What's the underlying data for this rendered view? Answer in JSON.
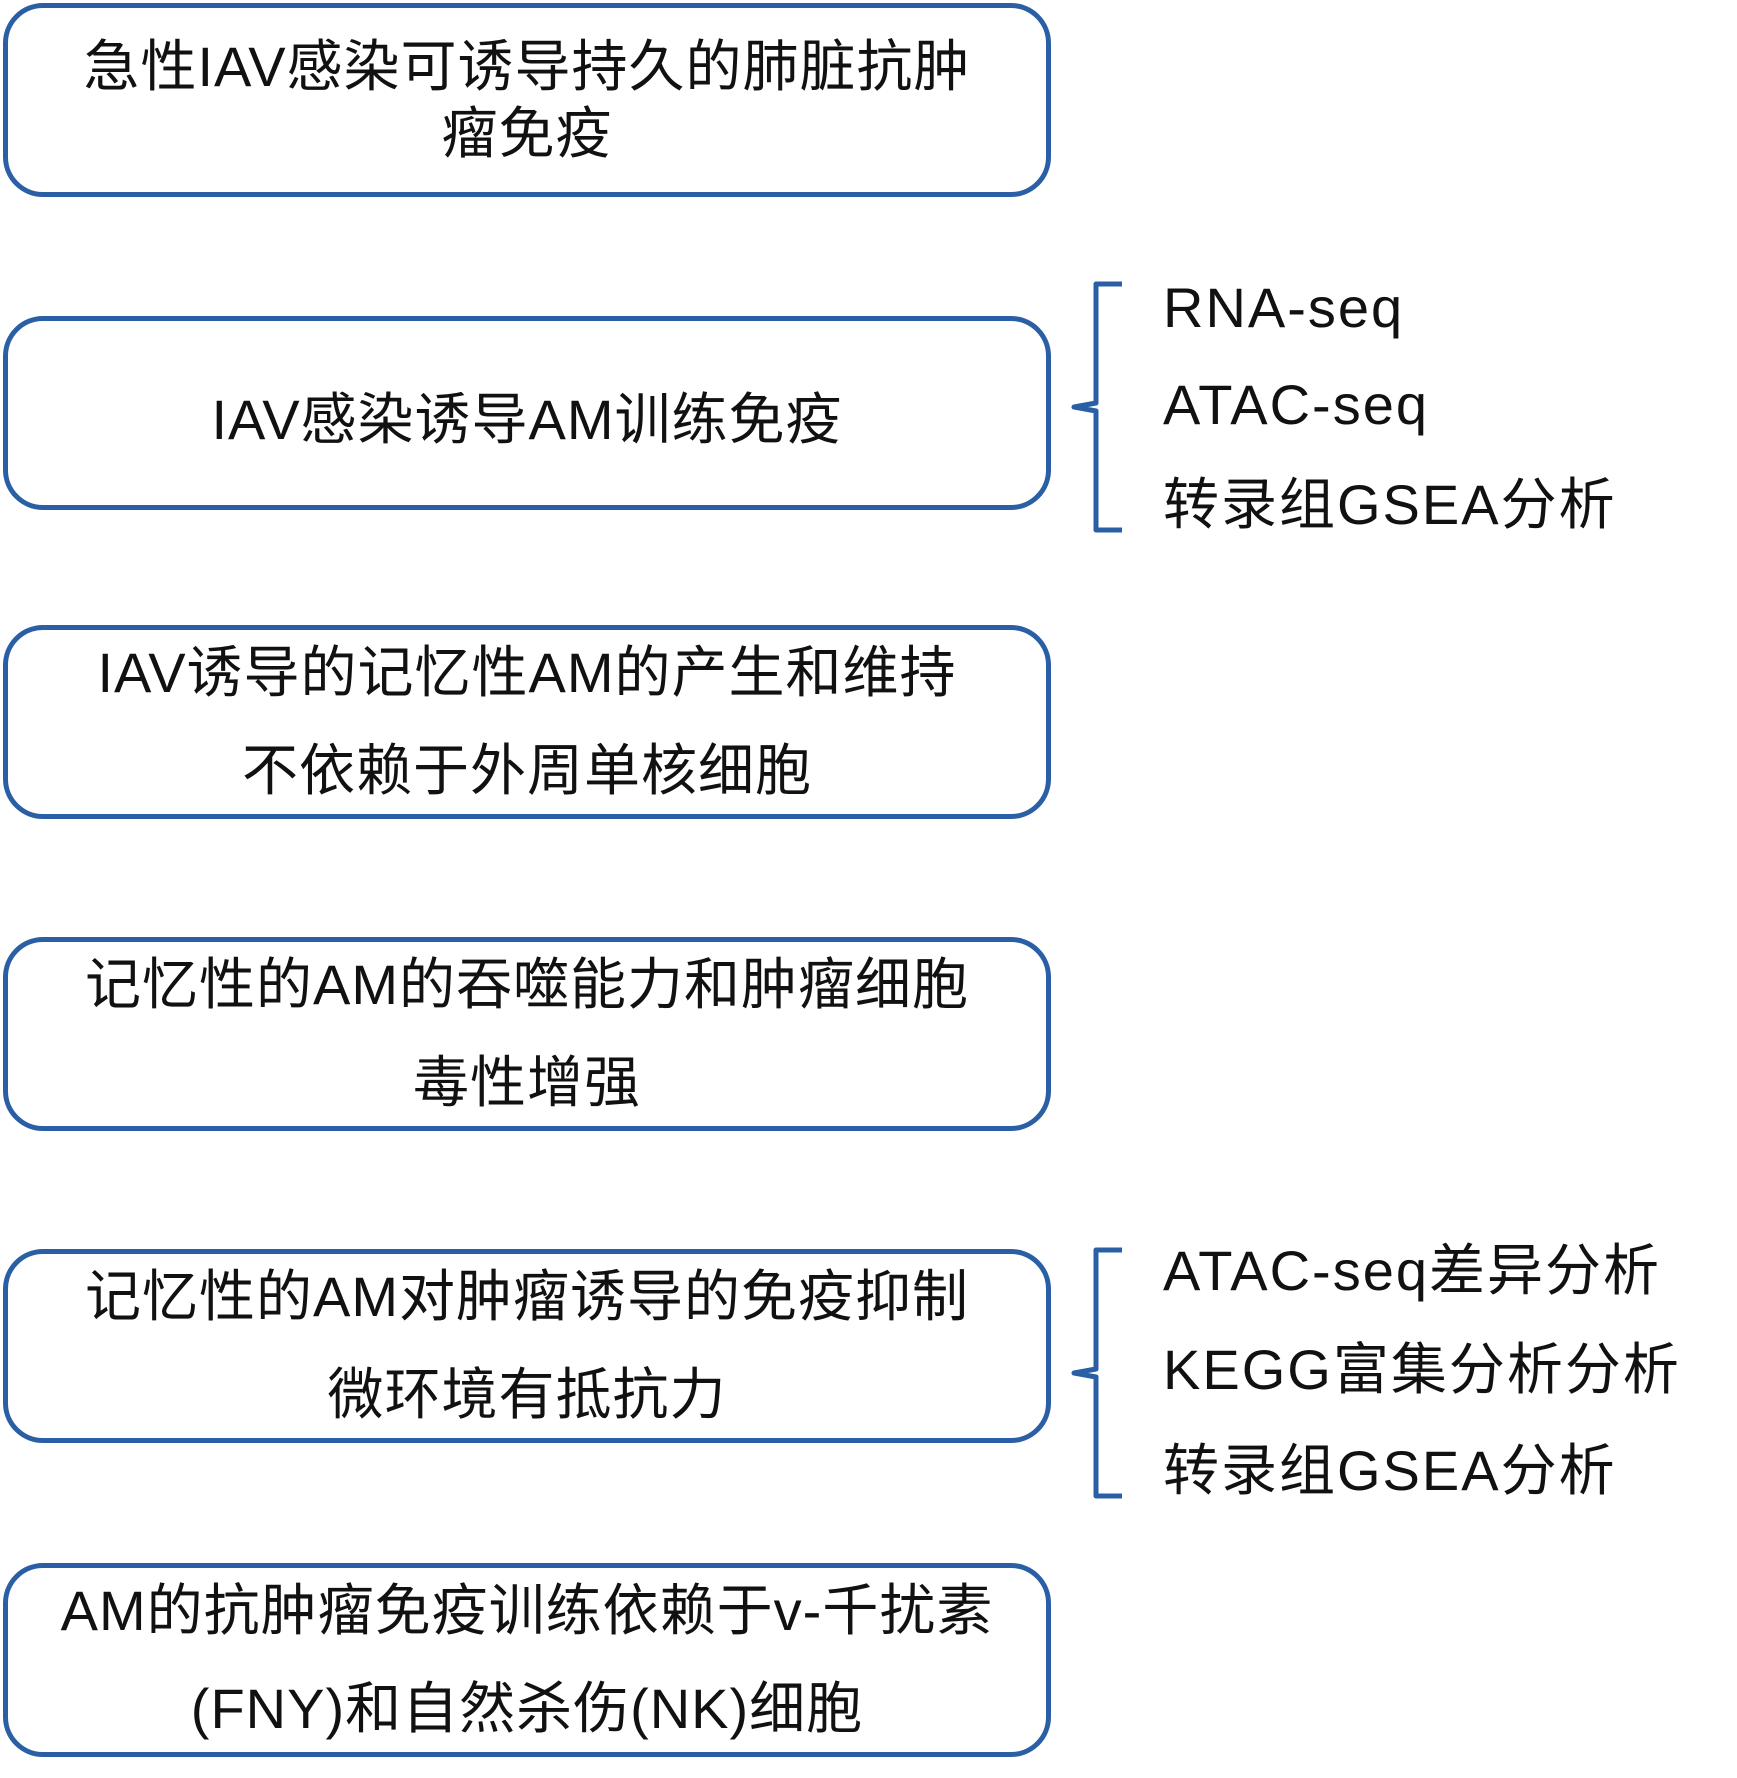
{
  "boxes": [
    {
      "lines": [
        "急性IAV感染可诱导持久的肺脏抗肿",
        "瘤免疫"
      ]
    },
    {
      "lines": [
        "IAV感染诱导AM训练免疫"
      ]
    },
    {
      "lines": [
        "IAV诱导的记忆性AM的产生和维持",
        "不依赖于外周单核细胞"
      ]
    },
    {
      "lines": [
        "记忆性的AM的吞噬能力和肿瘤细胞",
        "毒性增强"
      ]
    },
    {
      "lines": [
        "记忆性的AM对肿瘤诱导的免疫抑制",
        "微环境有抵抗力"
      ]
    },
    {
      "lines": [
        "AM的抗肿瘤免疫训练依赖于v-千扰素",
        "(FNY)和自然杀伤(NK)细胞"
      ]
    }
  ],
  "brackets": [
    {
      "items": [
        "RNA-seq",
        "ATAC-seq",
        "转录组GSEA分析"
      ]
    },
    {
      "items": [
        "ATAC-seq差异分析",
        "KEGG富集分析分析",
        "转录组GSEA分析"
      ]
    }
  ],
  "colors": {
    "border": "#2B5FA5",
    "text": "#111111",
    "background": "#FFFFFF"
  }
}
